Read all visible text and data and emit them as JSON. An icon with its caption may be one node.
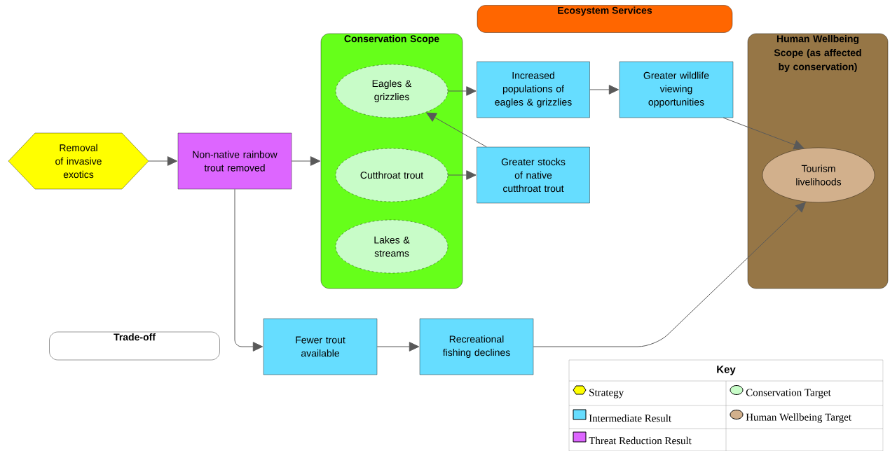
{
  "diagram": {
    "nodes": [
      {
        "text": [
          "Ecosystem Services"
        ]
      },
      {
        "text": [
          "Conservation Scope"
        ]
      },
      {
        "text": [
          "Eagles & grizzlies"
        ],
        "in": 1
      },
      {
        "text": [
          "Cutthroat trout"
        ],
        "in": 1
      },
      {
        "text": [
          "Lakes & streams"
        ],
        "in": 1
      },
      {
        "text": [
          "Human Wellbeing Scope (as affected by conservation)"
        ]
      },
      {
        "text": [
          "Tourism livelihoods"
        ],
        "in": 5
      },
      {
        "text": [
          "Removal of invasive exotics"
        ]
      },
      {
        "text": [
          "Non-native rainbow trout removed"
        ]
      },
      {
        "text": [
          "Increased populations of eagles & grizzlies"
        ]
      },
      {
        "text": [
          "Greater wildlife viewing opportunities"
        ]
      },
      {
        "text": [
          "Greater stocks of native cutthroat trout"
        ]
      },
      {
        "text": [
          "Trade-off"
        ]
      },
      {
        "text": [
          "Fewer trout available"
        ]
      },
      {
        "text": [
          "Recreational fishing declines"
        ]
      }
    ],
    "edges": [
      {
        "from": 7,
        "to": 8,
        "arrow": "to"
      },
      {
        "from": 8,
        "to": 1,
        "arrow": "to"
      },
      {
        "from": 2,
        "to": 9,
        "arrow": "to"
      },
      {
        "from": 9,
        "to": 10,
        "arrow": "to"
      },
      {
        "from": 3,
        "to": 11,
        "arrow": "to"
      },
      {
        "from": 11,
        "to": 2,
        "arrow": "to"
      },
      {
        "from": 10,
        "to": 6,
        "arrow": "to"
      },
      {
        "from": 8,
        "to": 13,
        "arrow": "to"
      },
      {
        "from": 13,
        "to": 14,
        "arrow": "to"
      },
      {
        "from": 14,
        "to": 6,
        "arrow": "to"
      }
    ],
    "labels": [
      "Key"
    ],
    "legend": [
      {
        "text": "Strategy",
        "color": "#ffff00"
      },
      {
        "text": "Conservation Target",
        "color": "#c8fcc8"
      },
      {
        "text": "Intermediate Result",
        "color": "#66ddff"
      },
      {
        "text": "Human Wellbeing Target",
        "color": "#d2b08c"
      },
      {
        "text": "Threat Reduction Result",
        "color": "#dd66ff"
      }
    ]
  }
}
